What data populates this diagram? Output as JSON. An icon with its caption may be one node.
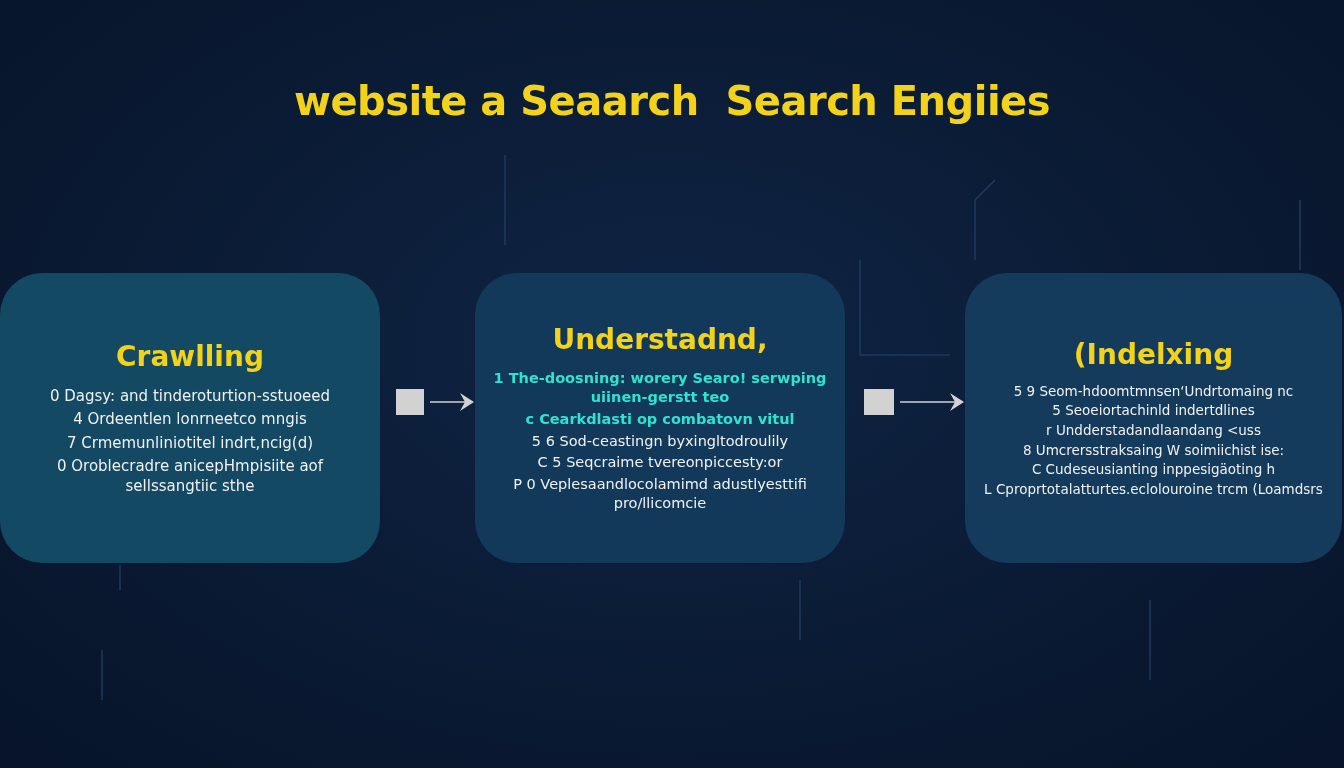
{
  "diagram": {
    "title": "website a Seaarch  Search Engiies",
    "nodes": [
      {
        "text": [
          "Crawlling",
          "0 Dagsy: and tinderoturtion-sstuoeed",
          "4 Ordeentlen lonrneetco mngis",
          "7 Crmemunliniotitel indrt,ncig(d)",
          "0 Oroblecradre anicepHmpisiite aof sellssangtiic sthe"
        ]
      },
      {
        "text": [],
        "shape": "box"
      },
      {
        "text": [
          "Understadnd,",
          "1 The-doosning: worery Searo! serwping uiinen-gerstt teo",
          "c Cearkdlasti op combatovn vitul",
          "5 6 Sod-ceastingn byxingltodroulily",
          "C 5 Seqcraime tvereonpiccesty:or",
          "P 0 Veplesaandlocolamimd adustlyesttifi pro/llicomcie"
        ]
      },
      {
        "text": [],
        "shape": "box"
      },
      {
        "text": [
          "(Indelxing",
          "5 9 Seom-hdoomtmnsen‘Undrtomaing nc",
          "5 Seoeiortachinld indertdlines",
          "r Undderstadandlaandang <uss",
          "8 Umcrersstraksaing W soimiichist ise:",
          "C Cudeseusianting inppesigäoting h",
          "L Cproprtotalatturtes.eclolouroine trcm (Loamdsrs"
        ]
      }
    ],
    "edges": [
      {
        "from": 1,
        "to": 2,
        "arrow": "to"
      },
      {
        "from": 3,
        "to": 4,
        "arrow": "to"
      }
    ]
  }
}
